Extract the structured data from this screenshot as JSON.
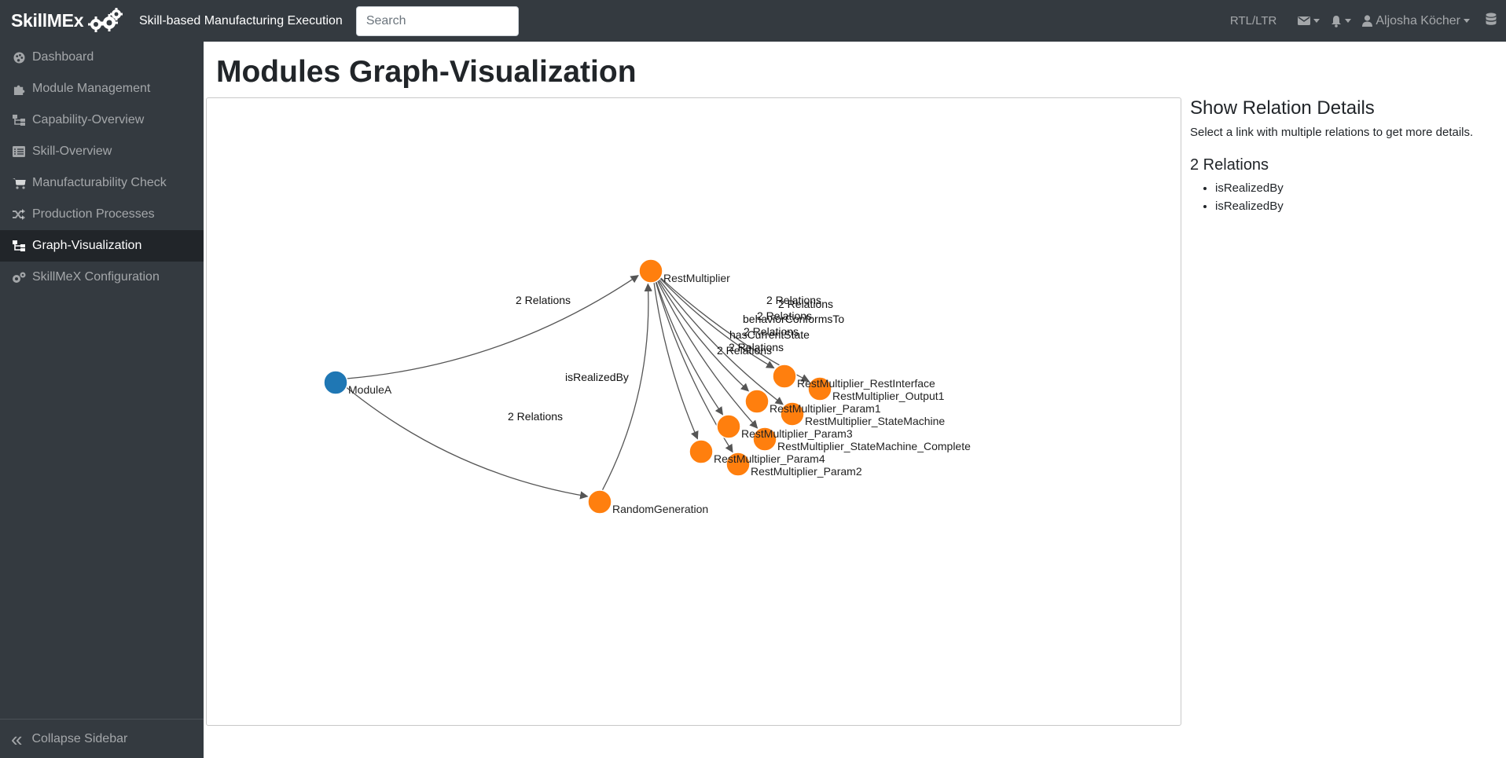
{
  "brand": {
    "name": "SkillMEx"
  },
  "header": {
    "app_title": "Skill-based Manufacturing Execution",
    "search_placeholder": "Search",
    "rtl_label": "RTL/LTR",
    "user_name": "Aljosha Köcher"
  },
  "sidebar": {
    "items": [
      {
        "label": "Dashboard",
        "icon": "palette-icon",
        "active": false
      },
      {
        "label": "Module Management",
        "icon": "puzzle-icon",
        "active": false
      },
      {
        "label": "Capability-Overview",
        "icon": "sitemap-icon",
        "active": false
      },
      {
        "label": "Skill-Overview",
        "icon": "list-icon",
        "active": false
      },
      {
        "label": "Manufacturability Check",
        "icon": "cart-icon",
        "active": false
      },
      {
        "label": "Production Processes",
        "icon": "shuffle-icon",
        "active": false
      },
      {
        "label": "Graph-Visualization",
        "icon": "sitemap-icon",
        "active": true
      },
      {
        "label": "SkillMeX Configuration",
        "icon": "cogs-icon",
        "active": false
      }
    ],
    "collapse_label": "Collapse Sidebar"
  },
  "main": {
    "title": "Modules Graph-Visualization"
  },
  "graph": {
    "colors": {
      "module": "#1f77b4",
      "node": "#ff7f0e",
      "edge": "#555555"
    },
    "nodes": [
      {
        "id": "ModuleA",
        "label": "ModuleA",
        "group": "module"
      },
      {
        "id": "RestMultiplier",
        "label": "RestMultiplier",
        "group": "skill"
      },
      {
        "id": "RandomGeneration",
        "label": "RandomGeneration",
        "group": "skill"
      },
      {
        "id": "RestMultiplier_RestInterface",
        "label": "RestMultiplier_RestInterface",
        "group": "skill"
      },
      {
        "id": "RestMultiplier_Output1",
        "label": "RestMultiplier_Output1",
        "group": "skill"
      },
      {
        "id": "RestMultiplier_Param1",
        "label": "RestMultiplier_Param1",
        "group": "skill"
      },
      {
        "id": "RestMultiplier_StateMachine",
        "label": "RestMultiplier_StateMachine",
        "group": "skill"
      },
      {
        "id": "RestMultiplier_Param3",
        "label": "RestMultiplier_Param3",
        "group": "skill"
      },
      {
        "id": "RestMultiplier_StateMachine_Complete",
        "label": "RestMultiplier_StateMachine_Complete",
        "group": "skill"
      },
      {
        "id": "RestMultiplier_Param4",
        "label": "RestMultiplier_Param4",
        "group": "skill"
      },
      {
        "id": "RestMultiplier_Param2",
        "label": "RestMultiplier_Param2",
        "group": "skill"
      }
    ],
    "links": [
      {
        "source": "ModuleA",
        "target": "RestMultiplier",
        "label": "2 Relations"
      },
      {
        "source": "ModuleA",
        "target": "RandomGeneration",
        "label": "2 Relations"
      },
      {
        "source": "RandomGeneration",
        "target": "RestMultiplier",
        "label": "isRealizedBy"
      },
      {
        "source": "RestMultiplier",
        "target": "RestMultiplier_RestInterface",
        "label": "2 Relations"
      },
      {
        "source": "RestMultiplier",
        "target": "RestMultiplier_Output1",
        "label": "2 Relations"
      },
      {
        "source": "RestMultiplier",
        "target": "RestMultiplier_Param1",
        "label": "2 Relations"
      },
      {
        "source": "RestMultiplier",
        "target": "RestMultiplier_StateMachine",
        "label": "behaviorConformsTo"
      },
      {
        "source": "RestMultiplier",
        "target": "RestMultiplier_Param3",
        "label": "2 Relations"
      },
      {
        "source": "RestMultiplier",
        "target": "RestMultiplier_StateMachine_Complete",
        "label": "hasCurrentState"
      },
      {
        "source": "RestMultiplier",
        "target": "RestMultiplier_Param4",
        "label": "2 Relations"
      },
      {
        "source": "RestMultiplier",
        "target": "RestMultiplier_Param2",
        "label": "2 Relations"
      }
    ]
  },
  "details": {
    "title": "Show Relation Details",
    "hint": "Select a link with multiple relations to get more details.",
    "relations_title": "2 Relations",
    "relations": [
      "isRealizedBy",
      "isRealizedBy"
    ]
  }
}
